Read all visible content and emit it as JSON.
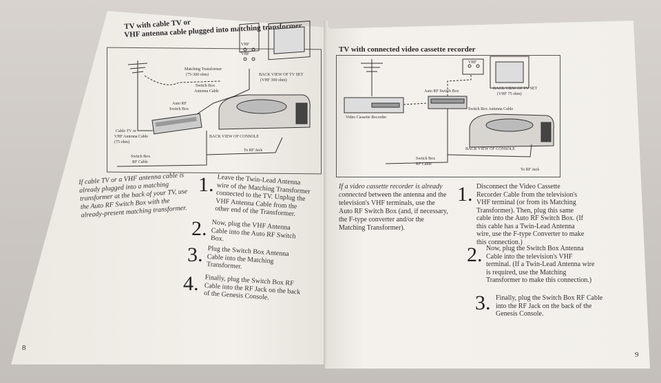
{
  "left_page": {
    "heading_line1": "TV with cable TV or",
    "heading_line2": "VHF antenna cable plugged into matching transformer.",
    "diagram_labels": {
      "vhf_top": "VHF",
      "vhf_bottom": "VHF",
      "matching_transformer": "Matching Transformer",
      "matching_transformer_ohm": "(75-300 ohm)",
      "back_view_tv_set": "BACK VIEW OF TV SET",
      "back_view_tv_set_ohm": "(VHF 300 ohm)",
      "switch_box_antenna_cable_1": "Switch Box",
      "switch_box_antenna_cable_2": "Antenna Cable",
      "auto_rf_switch_box_1": "Auto RF",
      "auto_rf_switch_box_2": "Switch Box",
      "cable_tv_1": "Cable TV or",
      "cable_tv_2": "VHF Antenna Cable",
      "cable_tv_3": "(75 ohm)",
      "back_view_console": "BACK VIEW OF CONSOLE",
      "to_rf_jack": "To RF Jack",
      "switch_box_rf_cable_1": "Switch Box",
      "switch_box_rf_cable_2": "RF Cable"
    },
    "intro_note": "If cable TV or a VHF antenna cable is already plugged into a matching transformer at the back of your TV, use the Auto RF Switch Box with the already-present matching transformer.",
    "steps": [
      {
        "num": "1.",
        "text": "Leave the Twin-Lead Antenna wire of the Matching Transformer connected to the TV. Unplug the VHF Antenna Cable from the other end of the Transformer."
      },
      {
        "num": "2.",
        "text": "Now, plug the VHF Antenna Cable into the Auto RF Switch Box."
      },
      {
        "num": "3.",
        "text": "Plug the Switch Box Antenna Cable into the Matching Transformer."
      },
      {
        "num": "4.",
        "text": "Finally, plug the Switch Box RF Cable into the RF Jack on the back of the Genesis Console."
      }
    ],
    "page_number": "8"
  },
  "right_page": {
    "heading": "TV with connected video cassette recorder",
    "diagram_labels": {
      "vhf": "VHF",
      "auto_rf_switch_box": "Auto RF Switch Box",
      "back_view_tv_set": "BACK VIEW OF TV SET",
      "back_view_tv_set_ohm": "(VHF 75 ohm)",
      "video_cassette_recorder": "Video Cassette Recorder",
      "switch_box_antenna_cable": "Switch Box Antenna Cable",
      "back_view_console": "BACK VIEW OF CONSOLE",
      "switch_box_rf_cable_1": "Switch Box",
      "switch_box_rf_cable_2": "RF Cable",
      "to_rf_jack": "To RF Jack"
    },
    "intro_note_italic": "If a video cassette recorder is already connected",
    "intro_note_rest": "between the antenna and the television's VHF terminals, use the Auto RF Switch Box (and, if necessary, the F-type converter and/or the Matching Transformer).",
    "steps": [
      {
        "num": "1.",
        "text": "Disconnect the Video Cassette Recorder Cable from the television's VHF terminal (or from its Matching Transformer). Then, plug this same cable into the Auto RF Switch Box. (If this cable has a Twin-Lead Antenna wire, use the F-type Converter to make this connection.)"
      },
      {
        "num": "2.",
        "text": "Now, plug the Switch Box Antenna Cable into the television's VHF terminal. (If a Twin-Lead Antenna wire is required, use the Matching Transformer to make this connection.)"
      },
      {
        "num": "3.",
        "text": "Finally, plug the Switch Box RF Cable into the RF Jack on the back of the Genesis Console."
      }
    ],
    "page_number": "9"
  }
}
